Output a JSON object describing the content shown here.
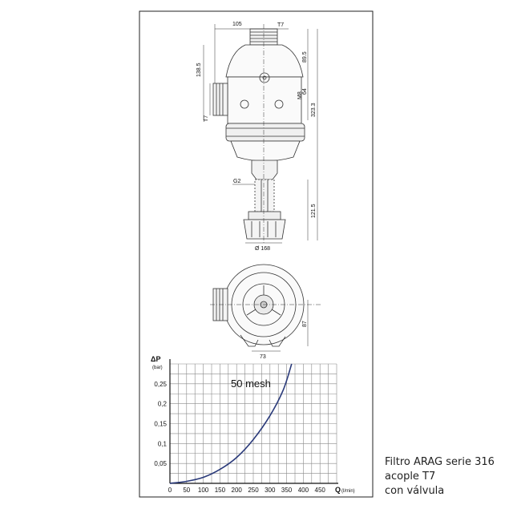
{
  "drawing": {
    "dimensions": {
      "width_105": "105",
      "thread_t7_top": "T7",
      "height_138_5": "138.5",
      "thread_t7_side": "T7",
      "height_89_5": "89.5",
      "thread_m8": "M8",
      "height_64": "64",
      "height_323_3": "323.3",
      "thread_g2": "G2",
      "height_121_5": "121.5",
      "diameter_168": "Ø 168",
      "height_87": "87",
      "width_73": "73"
    }
  },
  "chart_data": {
    "type": "line",
    "y_symbol": "ΔP",
    "y_unit": "(bar)",
    "x_symbol": "Q",
    "x_unit": "(l/min)",
    "xlim": [
      0,
      500
    ],
    "ylim": [
      0,
      0.3
    ],
    "x_ticks": [
      "0",
      "50",
      "100",
      "150",
      "200",
      "250",
      "300",
      "350",
      "400",
      "450"
    ],
    "y_ticks": [
      "0,05",
      "0,1",
      "0,15",
      "0,2",
      "0,25"
    ],
    "grid": true,
    "series": [
      {
        "name": "50 mesh",
        "color": "#2a3a7a",
        "x": [
          0,
          50,
          100,
          150,
          200,
          250,
          300,
          340,
          365
        ],
        "y": [
          0,
          0.005,
          0.015,
          0.035,
          0.065,
          0.11,
          0.17,
          0.235,
          0.3
        ]
      }
    ]
  },
  "caption": {
    "line1": "Filtro ARAG serie 316",
    "line2": "acople T7",
    "line3": "con válvula"
  }
}
